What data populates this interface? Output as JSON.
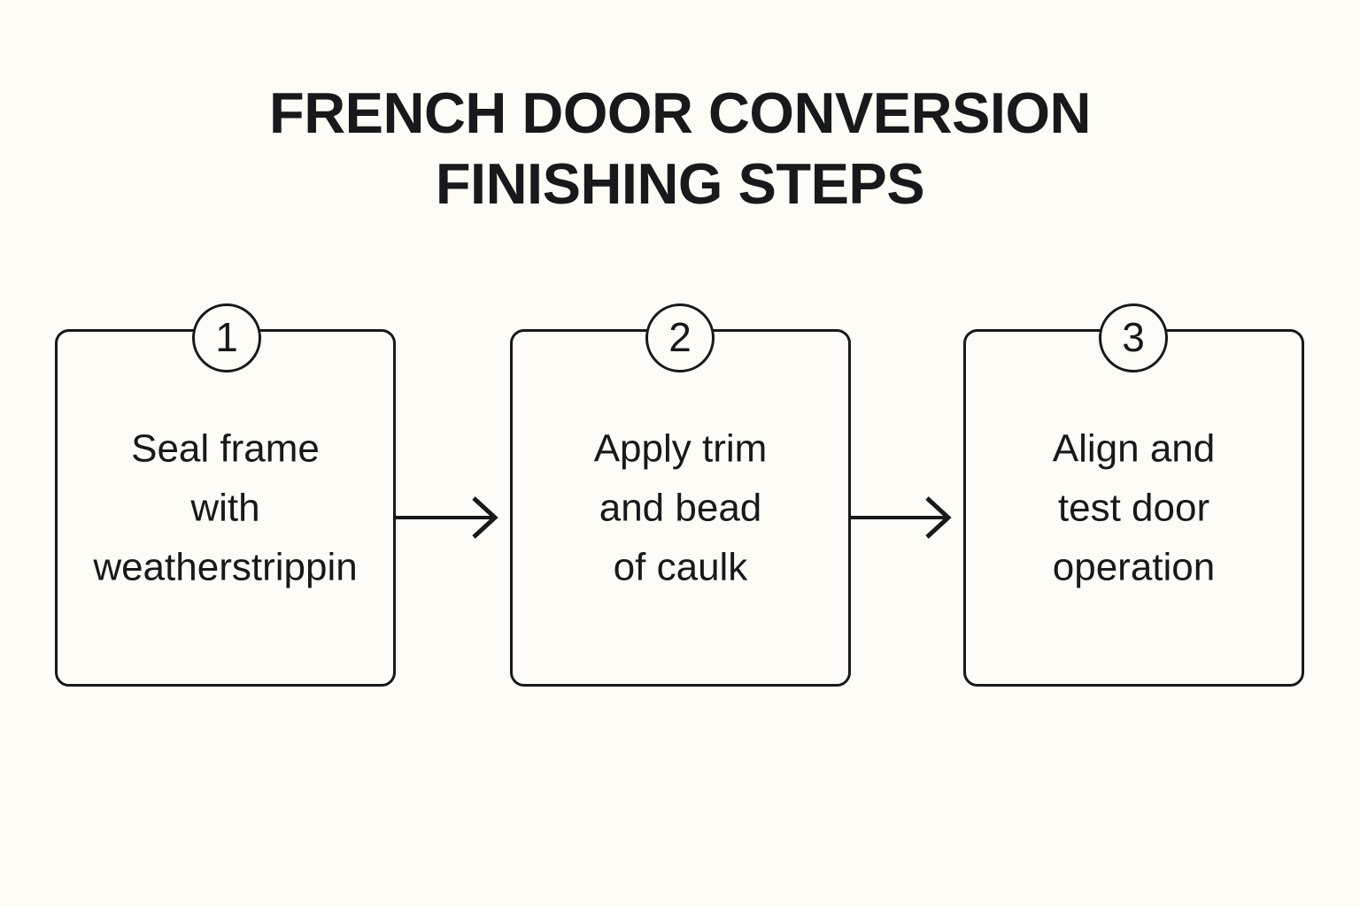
{
  "page": {
    "background_color": "#FDFCF6",
    "ink_color": "#17191A"
  },
  "title": {
    "line1": "FRENCH DOOR CONVERSION",
    "line2": "FINISHING STEPS",
    "full": "FRENCH DOOR CONVERSION FINISHING STEPS"
  },
  "flow": {
    "connector_icon": "arrow-right-icon",
    "steps": [
      {
        "number": "1",
        "text": "Seal frame\nwith\nweatherstrippin"
      },
      {
        "number": "2",
        "text": "Apply trim\nand bead\nof caulk"
      },
      {
        "number": "3",
        "text": "Align and\ntest door\noperation"
      }
    ]
  }
}
